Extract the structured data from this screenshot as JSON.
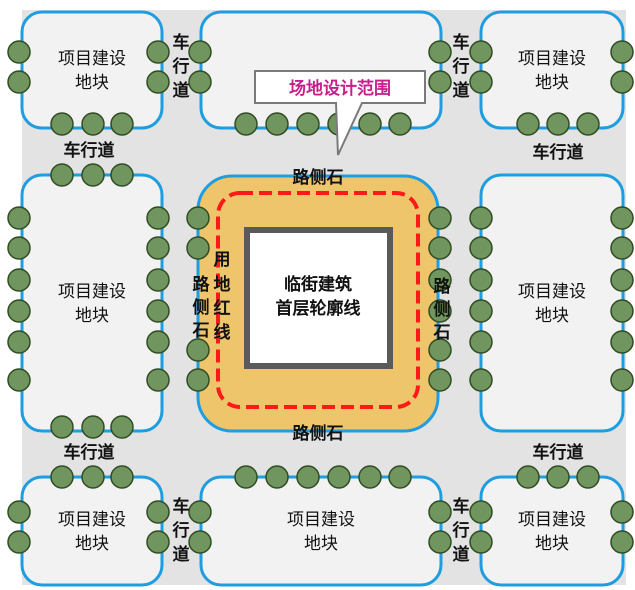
{
  "plots": [
    {
      "name": "plot-top-left",
      "lines": [
        "项目建设",
        "地块"
      ]
    },
    {
      "name": "plot-top-center",
      "lines": []
    },
    {
      "name": "plot-top-right",
      "lines": [
        "项目建设",
        "地块"
      ]
    },
    {
      "name": "plot-middle-left",
      "lines": [
        "项目建设",
        "地块"
      ]
    },
    {
      "name": "plot-middle-right",
      "lines": [
        "项目建设",
        "地块"
      ]
    },
    {
      "name": "plot-bottom-left",
      "lines": [
        "项目建设",
        "地块"
      ]
    },
    {
      "name": "plot-bottom-center",
      "lines": [
        "项目建设",
        "地块"
      ]
    },
    {
      "name": "plot-bottom-right",
      "lines": [
        "项目建设",
        "地块"
      ]
    }
  ],
  "road_label": "车行道",
  "road_label_vertical": [
    "车",
    "行",
    "道"
  ],
  "curb_label": "路侧石",
  "curb_label_vertical": [
    "路",
    "侧",
    "石"
  ],
  "red_line_label_columns": [
    [
      "路",
      "侧",
      "石"
    ],
    [
      "用",
      "地",
      "红",
      "线"
    ]
  ],
  "building_outline_lines": [
    "临街建筑",
    "首层轮廓线"
  ],
  "callout_label": "场地设计范围",
  "colors": {
    "road": "#e3e3e3",
    "plot_fill": "#f2f2f2",
    "plot_border": "#1e9de0",
    "tree_fill": "#71955e",
    "tree_stroke": "#2f4c22",
    "site_fill": "#efc56c",
    "site_border": "#1e9de0",
    "red_line": "#ff1a1a",
    "building_border": "#5a5a5a",
    "callout_border": "#7a7a7a",
    "callout_text": "#c81e8c"
  }
}
